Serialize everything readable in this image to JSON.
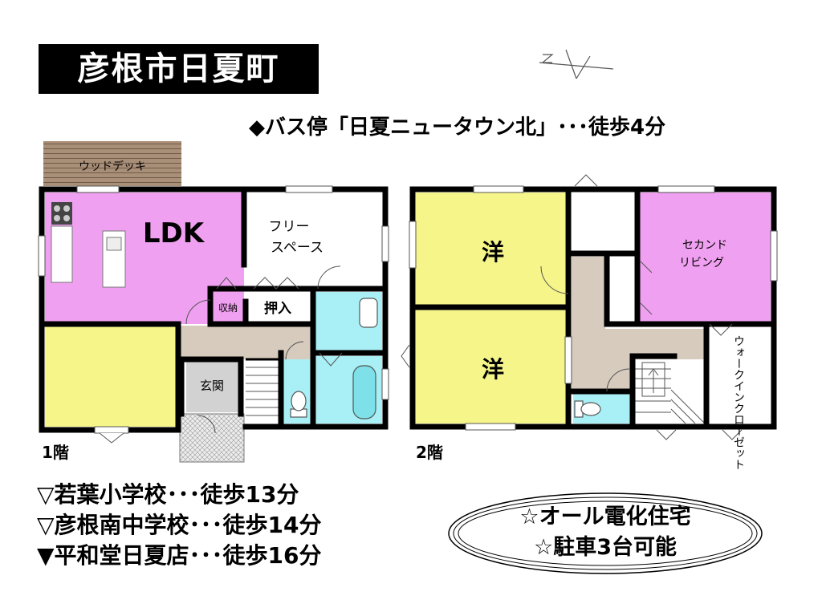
{
  "title": "彦根市日夏町",
  "bus_stop": "◆バス停「日夏ニュータウン北」･･･徒歩4分",
  "floor1": {
    "label": "1階",
    "rooms": {
      "deck": "ウッドデッキ",
      "ldk": "LDK",
      "free_space_line1": "フリー",
      "free_space_line2": "スペース",
      "storage": "収納",
      "closet": "押入",
      "entrance": "玄関"
    }
  },
  "floor2": {
    "label": "2階",
    "rooms": {
      "western1": "洋",
      "western2": "洋",
      "second_living_line1": "セカンド",
      "second_living_line2": "リビング",
      "walkin_closet": "ウォークインクローゼット"
    }
  },
  "schools": [
    "▽若葉小学校･･･徒歩13分",
    "▽彦根南中学校･･･徒歩14分",
    "▼平和堂日夏店･･･徒歩16分"
  ],
  "features": [
    "☆オール電化住宅",
    "☆駐車3台可能"
  ],
  "colors": {
    "ldk": "#f0a0f0",
    "western": "#f5f58a",
    "wet": "#a8f0f5",
    "hall": "#d7cbbd",
    "deck": "#9b826b",
    "wall": "#000000"
  }
}
